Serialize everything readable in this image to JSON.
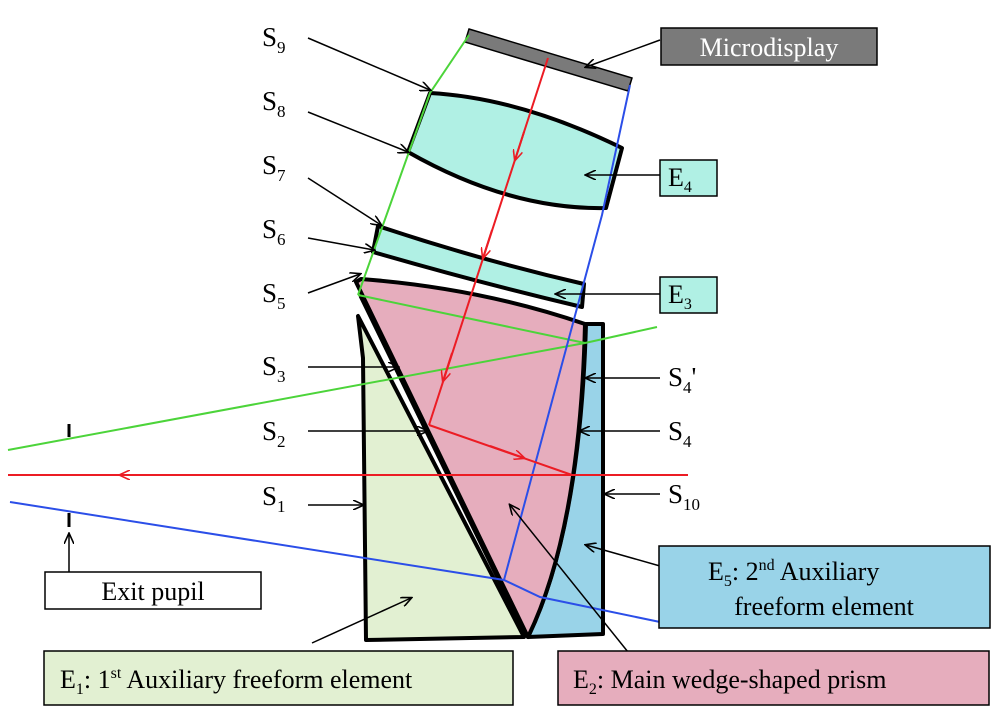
{
  "colors": {
    "e1_fill": "#e2f0d2",
    "e2_fill": "#e6adbd",
    "e3_e4_fill": "#b0f0e4",
    "e5_fill": "#99d3e8",
    "microdisplay_fill": "#7a7a7a",
    "ray_green": "#4cd43a",
    "ray_red": "#ec1c24",
    "ray_blue": "#2b4ee8"
  },
  "surfaces": [
    {
      "id": "S9",
      "main": "S",
      "sub": "9"
    },
    {
      "id": "S8",
      "main": "S",
      "sub": "8"
    },
    {
      "id": "S7",
      "main": "S",
      "sub": "7"
    },
    {
      "id": "S6",
      "main": "S",
      "sub": "6"
    },
    {
      "id": "S5",
      "main": "S",
      "sub": "5"
    },
    {
      "id": "S3",
      "main": "S",
      "sub": "3"
    },
    {
      "id": "S2",
      "main": "S",
      "sub": "2"
    },
    {
      "id": "S1",
      "main": "S",
      "sub": "1"
    },
    {
      "id": "S4p",
      "main": "S",
      "sub": "4",
      "suffix": "'"
    },
    {
      "id": "S4",
      "main": "S",
      "sub": "4"
    },
    {
      "id": "S10",
      "main": "S",
      "sub": "10"
    }
  ],
  "boxes": {
    "microdisplay": "Microdisplay",
    "e4": {
      "main": "E",
      "sub": "4"
    },
    "e3": {
      "main": "E",
      "sub": "3"
    },
    "exit_pupil": "Exit pupil",
    "e1": {
      "main": "E",
      "sub": "1",
      "mid": ": 1",
      "sup": "st",
      "rest": " Auxiliary freeform element"
    },
    "e2": {
      "main": "E",
      "sub": "2",
      "rest": ": Main wedge-shaped prism"
    },
    "e5": {
      "main": "E",
      "sub": "5",
      "mid": ": 2",
      "sup": "nd",
      "rest": "  Auxiliary",
      "line2": "freeform element"
    }
  }
}
